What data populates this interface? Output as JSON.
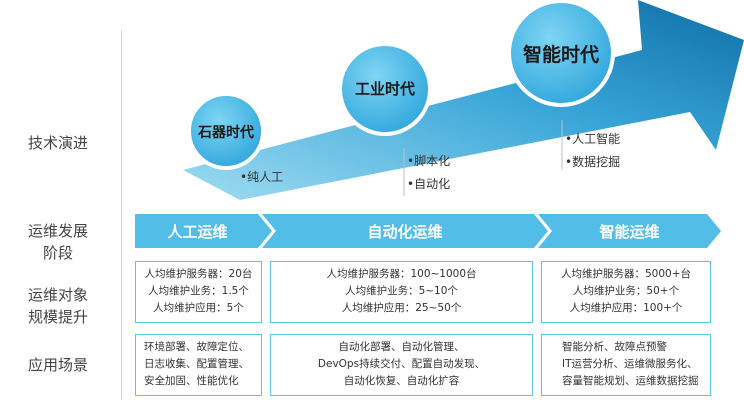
{
  "row_labels": {
    "tech": "技术演进",
    "stage_line1": "运维发展",
    "stage_line2": "阶段",
    "scale_line1": "运维对象",
    "scale_line2": "规模提升",
    "scenario": "应用场景"
  },
  "eras": [
    {
      "label": "石器时代",
      "bullets": [
        "•纯人工"
      ]
    },
    {
      "label": "工业时代",
      "bullets": [
        "•脚本化",
        "•自动化"
      ]
    },
    {
      "label": "智能时代",
      "bullets": [
        "•人工智能",
        "•数据挖掘"
      ]
    }
  ],
  "stages": [
    "人工运维",
    "自动化运维",
    "智能运维"
  ],
  "scale": [
    [
      "人均维护服务器：20台",
      "人均维护业务：1.5个",
      "人均维护应用：5个"
    ],
    [
      "人均维护服务器：100~1000台",
      "人均维护业务：5~10个",
      "人均维护应用：25~50个"
    ],
    [
      "人均维护服务器：5000+台",
      "人均维护业务：50+个",
      "人均维护应用：100+个"
    ]
  ],
  "scenarios": [
    [
      "环境部署、故障定位、",
      "日志收集、配置管理、",
      "安全加固、性能优化"
    ],
    [
      "自动化部署、自动化管理、",
      "DevOps持续交付、配置自动发现、",
      "自动化恢复、自动化扩容"
    ],
    [
      "智能分析、故障点预警",
      "IT运营分析、运维微服务化、",
      "容量智能规划、运维数据挖掘"
    ]
  ],
  "colors": {
    "arrow_dark": "#0e6fa7",
    "arrow_light": "#5cc7ea",
    "circle": "#4fbde6",
    "stage_bar": "#52bde6",
    "box_border": "#5cc3e6"
  }
}
